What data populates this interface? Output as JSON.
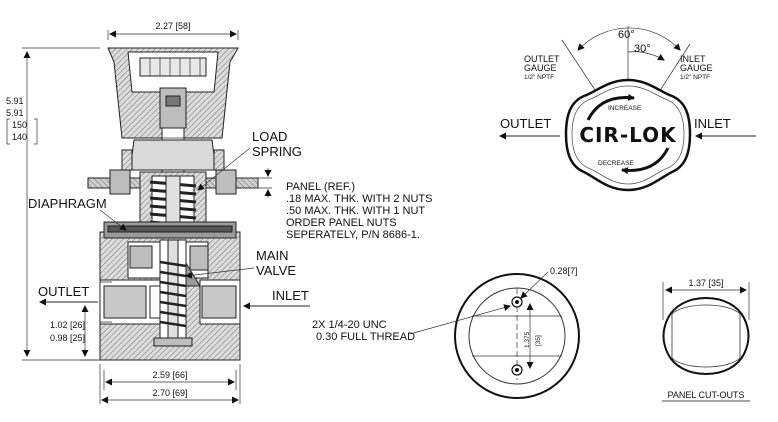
{
  "section_view": {
    "dim_top": "2.27 [58]",
    "dim_height_1": "5.91",
    "dim_height_2": "5.91",
    "dim_height_3": "150",
    "dim_height_4": "140",
    "load_spring_1": "LOAD",
    "load_spring_2": "SPRING",
    "panel_note_1": "PANEL (REF.)",
    "panel_note_2": ".18 MAX. THK. WITH 2 NUTS",
    "panel_note_3": ".50 MAX. THK. WITH 1 NUT",
    "panel_note_4": "ORDER PANEL NUTS",
    "panel_note_5": "SEPERATELY, P/N 8686-1.",
    "diaphragm": "DIAPHRAGM",
    "main_valve_1": "MAIN",
    "main_valve_2": "VALVE",
    "outlet": "OUTLET",
    "inlet": "INLET",
    "dim_outlet_1": "1.02 [26]",
    "dim_outlet_2": "0.98 [25]",
    "dim_width_1": "2.59 [66]",
    "dim_width_2": "2.70 [69]"
  },
  "top_view": {
    "angle_60": "60°",
    "angle_30": "30°",
    "outlet_gauge_1": "OUTLET",
    "outlet_gauge_2": "GAUGE",
    "outlet_gauge_3": "1/2\" NPTF",
    "inlet_gauge_1": "INLET",
    "inlet_gauge_2": "GAUGE",
    "inlet_gauge_3": "1/2\" NPTF",
    "outlet": "OUTLET",
    "inlet": "INLET",
    "brand": "CIR-LOK",
    "increase": "INCREASE",
    "decrease": "DECREASE"
  },
  "bottom_view": {
    "hole_dim": "0.28[7]",
    "thread_1": "2X 1/4-20 UNC",
    "thread_2": "0.30 FULL THREAD",
    "spacing_1": "1.375",
    "spacing_2": "[35]"
  },
  "cutout": {
    "dim": "1.37 [35]",
    "title": "PANEL CUT-OUTS"
  }
}
